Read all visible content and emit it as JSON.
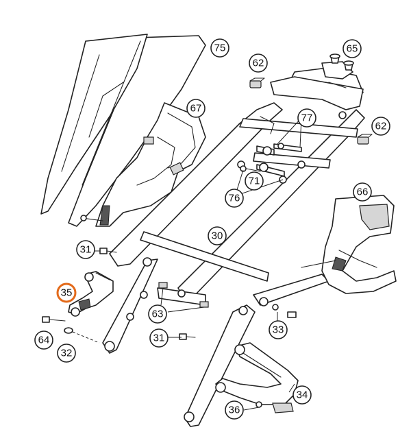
{
  "callouts": [
    {
      "id": "75",
      "label": "75"
    },
    {
      "id": "62a",
      "label": "62"
    },
    {
      "id": "65",
      "label": "65"
    },
    {
      "id": "67",
      "label": "67"
    },
    {
      "id": "77",
      "label": "77"
    },
    {
      "id": "62b",
      "label": "62"
    },
    {
      "id": "71",
      "label": "71"
    },
    {
      "id": "76",
      "label": "76"
    },
    {
      "id": "66",
      "label": "66"
    },
    {
      "id": "31a",
      "label": "31"
    },
    {
      "id": "30",
      "label": "30"
    },
    {
      "id": "35",
      "label": "35",
      "highlighted": true
    },
    {
      "id": "63",
      "label": "63"
    },
    {
      "id": "33",
      "label": "33"
    },
    {
      "id": "64",
      "label": "64"
    },
    {
      "id": "31b",
      "label": "31"
    },
    {
      "id": "32",
      "label": "32"
    },
    {
      "id": "34",
      "label": "34"
    },
    {
      "id": "36",
      "label": "36"
    }
  ],
  "colors": {
    "highlight": "#e36a1a",
    "line": "#222222"
  }
}
